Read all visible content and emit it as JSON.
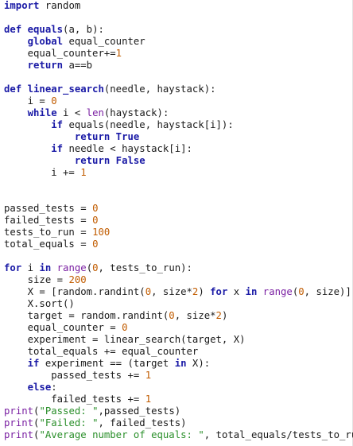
{
  "colors": {
    "background": "#ffffff",
    "keyword": "#1a1aa6",
    "builtin": "#7a1fa2",
    "number": "#c15c00",
    "string": "#2a8f2a",
    "plain": "#1a1a1a"
  },
  "lines": [
    [
      {
        "t": "kw",
        "v": "import"
      },
      {
        "t": "pl",
        "v": " random"
      }
    ],
    [],
    [
      {
        "t": "kw",
        "v": "def"
      },
      {
        "t": "pl",
        "v": " "
      },
      {
        "t": "fn",
        "v": "equals"
      },
      {
        "t": "pl",
        "v": "(a, b):"
      }
    ],
    [
      {
        "t": "pl",
        "v": "    "
      },
      {
        "t": "kw",
        "v": "global"
      },
      {
        "t": "pl",
        "v": " equal_counter"
      }
    ],
    [
      {
        "t": "pl",
        "v": "    equal_counter+="
      },
      {
        "t": "num",
        "v": "1"
      }
    ],
    [
      {
        "t": "pl",
        "v": "    "
      },
      {
        "t": "kw",
        "v": "return"
      },
      {
        "t": "pl",
        "v": " a==b"
      }
    ],
    [],
    [
      {
        "t": "kw",
        "v": "def"
      },
      {
        "t": "pl",
        "v": " "
      },
      {
        "t": "fn",
        "v": "linear_search"
      },
      {
        "t": "pl",
        "v": "(needle, haystack):"
      }
    ],
    [
      {
        "t": "pl",
        "v": "    i = "
      },
      {
        "t": "num",
        "v": "0"
      }
    ],
    [
      {
        "t": "pl",
        "v": "    "
      },
      {
        "t": "kw",
        "v": "while"
      },
      {
        "t": "pl",
        "v": " i < "
      },
      {
        "t": "bi",
        "v": "len"
      },
      {
        "t": "pl",
        "v": "(haystack):"
      }
    ],
    [
      {
        "t": "pl",
        "v": "        "
      },
      {
        "t": "kw",
        "v": "if"
      },
      {
        "t": "pl",
        "v": " equals(needle, haystack[i]):"
      }
    ],
    [
      {
        "t": "pl",
        "v": "            "
      },
      {
        "t": "kw",
        "v": "return"
      },
      {
        "t": "pl",
        "v": " "
      },
      {
        "t": "kw",
        "v": "True"
      }
    ],
    [
      {
        "t": "pl",
        "v": "        "
      },
      {
        "t": "kw",
        "v": "if"
      },
      {
        "t": "pl",
        "v": " needle < haystack[i]:"
      }
    ],
    [
      {
        "t": "pl",
        "v": "            "
      },
      {
        "t": "kw",
        "v": "return"
      },
      {
        "t": "pl",
        "v": " "
      },
      {
        "t": "kw",
        "v": "False"
      }
    ],
    [
      {
        "t": "pl",
        "v": "        i += "
      },
      {
        "t": "num",
        "v": "1"
      }
    ],
    [],
    [],
    [
      {
        "t": "pl",
        "v": "passed_tests = "
      },
      {
        "t": "num",
        "v": "0"
      }
    ],
    [
      {
        "t": "pl",
        "v": "failed_tests = "
      },
      {
        "t": "num",
        "v": "0"
      }
    ],
    [
      {
        "t": "pl",
        "v": "tests_to_run = "
      },
      {
        "t": "num",
        "v": "100"
      }
    ],
    [
      {
        "t": "pl",
        "v": "total_equals = "
      },
      {
        "t": "num",
        "v": "0"
      }
    ],
    [],
    [
      {
        "t": "kw",
        "v": "for"
      },
      {
        "t": "pl",
        "v": " i "
      },
      {
        "t": "kw",
        "v": "in"
      },
      {
        "t": "pl",
        "v": " "
      },
      {
        "t": "bi",
        "v": "range"
      },
      {
        "t": "pl",
        "v": "("
      },
      {
        "t": "num",
        "v": "0"
      },
      {
        "t": "pl",
        "v": ", tests_to_run):"
      }
    ],
    [
      {
        "t": "pl",
        "v": "    size = "
      },
      {
        "t": "num",
        "v": "200"
      }
    ],
    [
      {
        "t": "pl",
        "v": "    X = [random.randint("
      },
      {
        "t": "num",
        "v": "0"
      },
      {
        "t": "pl",
        "v": ", size*"
      },
      {
        "t": "num",
        "v": "2"
      },
      {
        "t": "pl",
        "v": ") "
      },
      {
        "t": "kw",
        "v": "for"
      },
      {
        "t": "pl",
        "v": " x "
      },
      {
        "t": "kw",
        "v": "in"
      },
      {
        "t": "pl",
        "v": " "
      },
      {
        "t": "bi",
        "v": "range"
      },
      {
        "t": "pl",
        "v": "("
      },
      {
        "t": "num",
        "v": "0"
      },
      {
        "t": "pl",
        "v": ", size)]"
      }
    ],
    [
      {
        "t": "pl",
        "v": "    X.sort()"
      }
    ],
    [
      {
        "t": "pl",
        "v": "    target = random.randint("
      },
      {
        "t": "num",
        "v": "0"
      },
      {
        "t": "pl",
        "v": ", size*"
      },
      {
        "t": "num",
        "v": "2"
      },
      {
        "t": "pl",
        "v": ")"
      }
    ],
    [
      {
        "t": "pl",
        "v": "    equal_counter = "
      },
      {
        "t": "num",
        "v": "0"
      }
    ],
    [
      {
        "t": "pl",
        "v": "    experiment = linear_search(target, X)"
      }
    ],
    [
      {
        "t": "pl",
        "v": "    total_equals += equal_counter"
      }
    ],
    [
      {
        "t": "pl",
        "v": "    "
      },
      {
        "t": "kw",
        "v": "if"
      },
      {
        "t": "pl",
        "v": " experiment == (target "
      },
      {
        "t": "kw",
        "v": "in"
      },
      {
        "t": "pl",
        "v": " X):"
      }
    ],
    [
      {
        "t": "pl",
        "v": "        passed_tests += "
      },
      {
        "t": "num",
        "v": "1"
      }
    ],
    [
      {
        "t": "pl",
        "v": "    "
      },
      {
        "t": "kw",
        "v": "else"
      },
      {
        "t": "pl",
        "v": ":"
      }
    ],
    [
      {
        "t": "pl",
        "v": "        failed_tests += "
      },
      {
        "t": "num",
        "v": "1"
      }
    ],
    [
      {
        "t": "bi",
        "v": "print"
      },
      {
        "t": "pl",
        "v": "("
      },
      {
        "t": "str",
        "v": "\"Passed: \""
      },
      {
        "t": "pl",
        "v": ",passed_tests)"
      }
    ],
    [
      {
        "t": "bi",
        "v": "print"
      },
      {
        "t": "pl",
        "v": "("
      },
      {
        "t": "str",
        "v": "\"Failed: \""
      },
      {
        "t": "pl",
        "v": ", failed_tests)"
      }
    ],
    [
      {
        "t": "bi",
        "v": "print"
      },
      {
        "t": "pl",
        "v": "("
      },
      {
        "t": "str",
        "v": "\"Average number of equals: \""
      },
      {
        "t": "pl",
        "v": ", total_equals/tests_to_run)"
      }
    ]
  ]
}
